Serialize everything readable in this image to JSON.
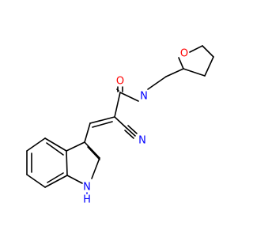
{
  "molecule": {
    "atoms": [
      {
        "id": "O1",
        "label": "O",
        "color": "#ff0000"
      },
      {
        "id": "N1",
        "label": "N",
        "color": "#0000ff"
      },
      {
        "id": "N2",
        "label": "N",
        "color": "#0000ff"
      },
      {
        "id": "NH1",
        "label": "N",
        "color": "#0000ff"
      },
      {
        "id": "H1",
        "label": "H",
        "color": "#0000ff"
      },
      {
        "id": "O2",
        "label": "O",
        "color": "#ff0000"
      }
    ]
  }
}
